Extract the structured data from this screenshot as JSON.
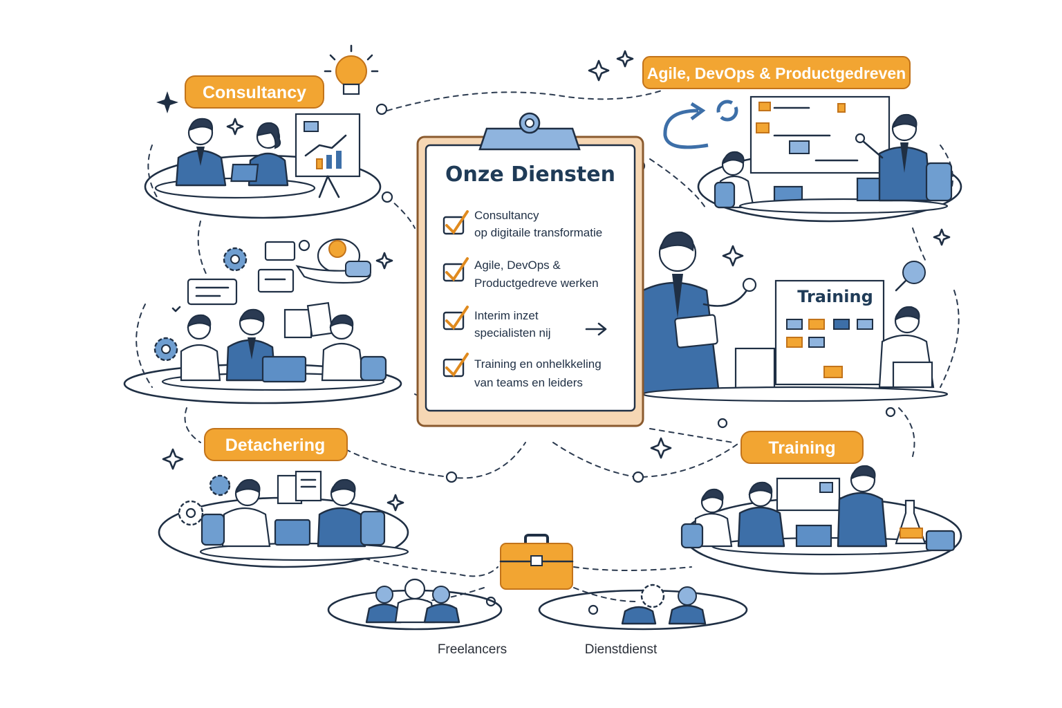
{
  "labels": {
    "consultancy": "Consultancy",
    "agile": "Agile, DevOps & Productgedreven",
    "detachering": "Detachering",
    "training_pill": "Training",
    "training_board": "Training"
  },
  "checklist": {
    "title": "Onze Diensten",
    "items": [
      {
        "line1": "Consultancy",
        "line2": "op digitaile transformatie"
      },
      {
        "line1": "Agile, DevOps &",
        "line2": "Productgedreve werken"
      },
      {
        "line1": "Interim inzet",
        "line2": "specialisten nij"
      },
      {
        "line1": "Training en onhelkkeling",
        "line2": "van teams en leiders"
      }
    ]
  },
  "captions": {
    "freelancers": "Freelancers",
    "dienstdienst": "Dienstdienst"
  },
  "colors": {
    "accent_orange": "#f2a532",
    "navy": "#1f3b57",
    "suit_blue": "#3d6fa8"
  },
  "icons": [
    "lightbulb-icon",
    "gear-icon",
    "chat-icon",
    "magnifier-icon",
    "briefcase-icon",
    "sparkle-icon",
    "checkbox-icon",
    "cycle-arrow-icon"
  ]
}
